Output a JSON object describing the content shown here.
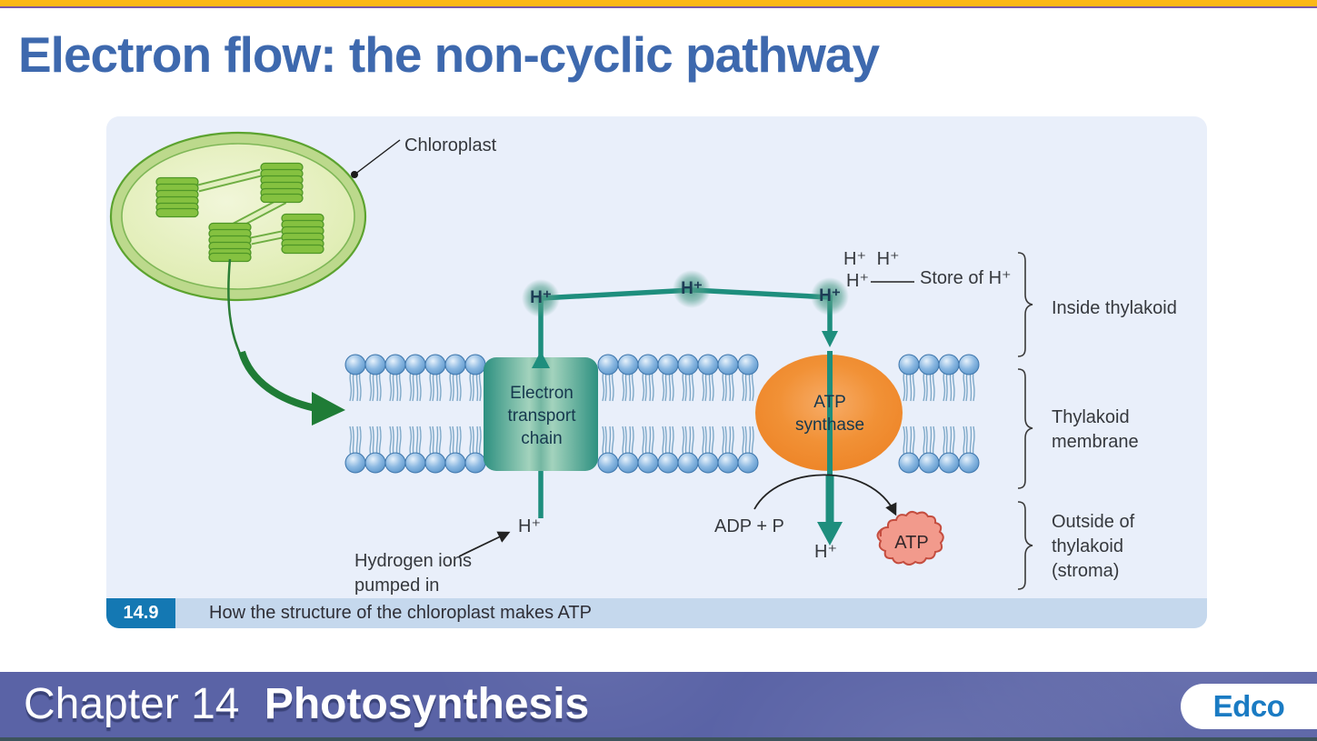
{
  "header": {
    "title": "Electron flow: the non-cyclic pathway"
  },
  "diagram": {
    "chloroplast_label": "Chloroplast",
    "h_plus": "H⁺",
    "store_label": "Store of H⁺",
    "etc_lines": [
      "Electron",
      "transport",
      "chain"
    ],
    "atp_synthase_lines": [
      "ATP",
      "synthase"
    ],
    "region_inside": "Inside thylakoid",
    "region_membrane_lines": [
      "Thylakoid",
      "membrane"
    ],
    "region_outside_lines": [
      "Outside of",
      "thylakoid",
      "(stroma)"
    ],
    "pumped_lines": [
      "Hydrogen ions",
      "pumped in"
    ],
    "adp_label": "ADP + P",
    "atp_label": "ATP"
  },
  "caption": {
    "number": "14.9",
    "text": "How the structure of the chloroplast makes ATP"
  },
  "footer": {
    "chapter": "Chapter 14",
    "topic": "Photosynthesis",
    "publisher": "Edco"
  },
  "colors": {
    "top_bar": "#fcb818",
    "top_line": "#7b58a5",
    "title": "#3e69ae",
    "panel_bg": "#e9effa",
    "caption_badge": "#1478b3",
    "caption_bar": "#c5d8ed",
    "teal_path": "#1e8e7d",
    "etc_box": "#2d9080",
    "atp_synthase_orange": "#f08a2e",
    "atp_blob": "#f29a8c",
    "membrane_head_blue": "#5490c7",
    "chloroplast_green": "#85c140",
    "footer_bg": "#5a63a6",
    "edco_blue": "#1a7bc3"
  }
}
